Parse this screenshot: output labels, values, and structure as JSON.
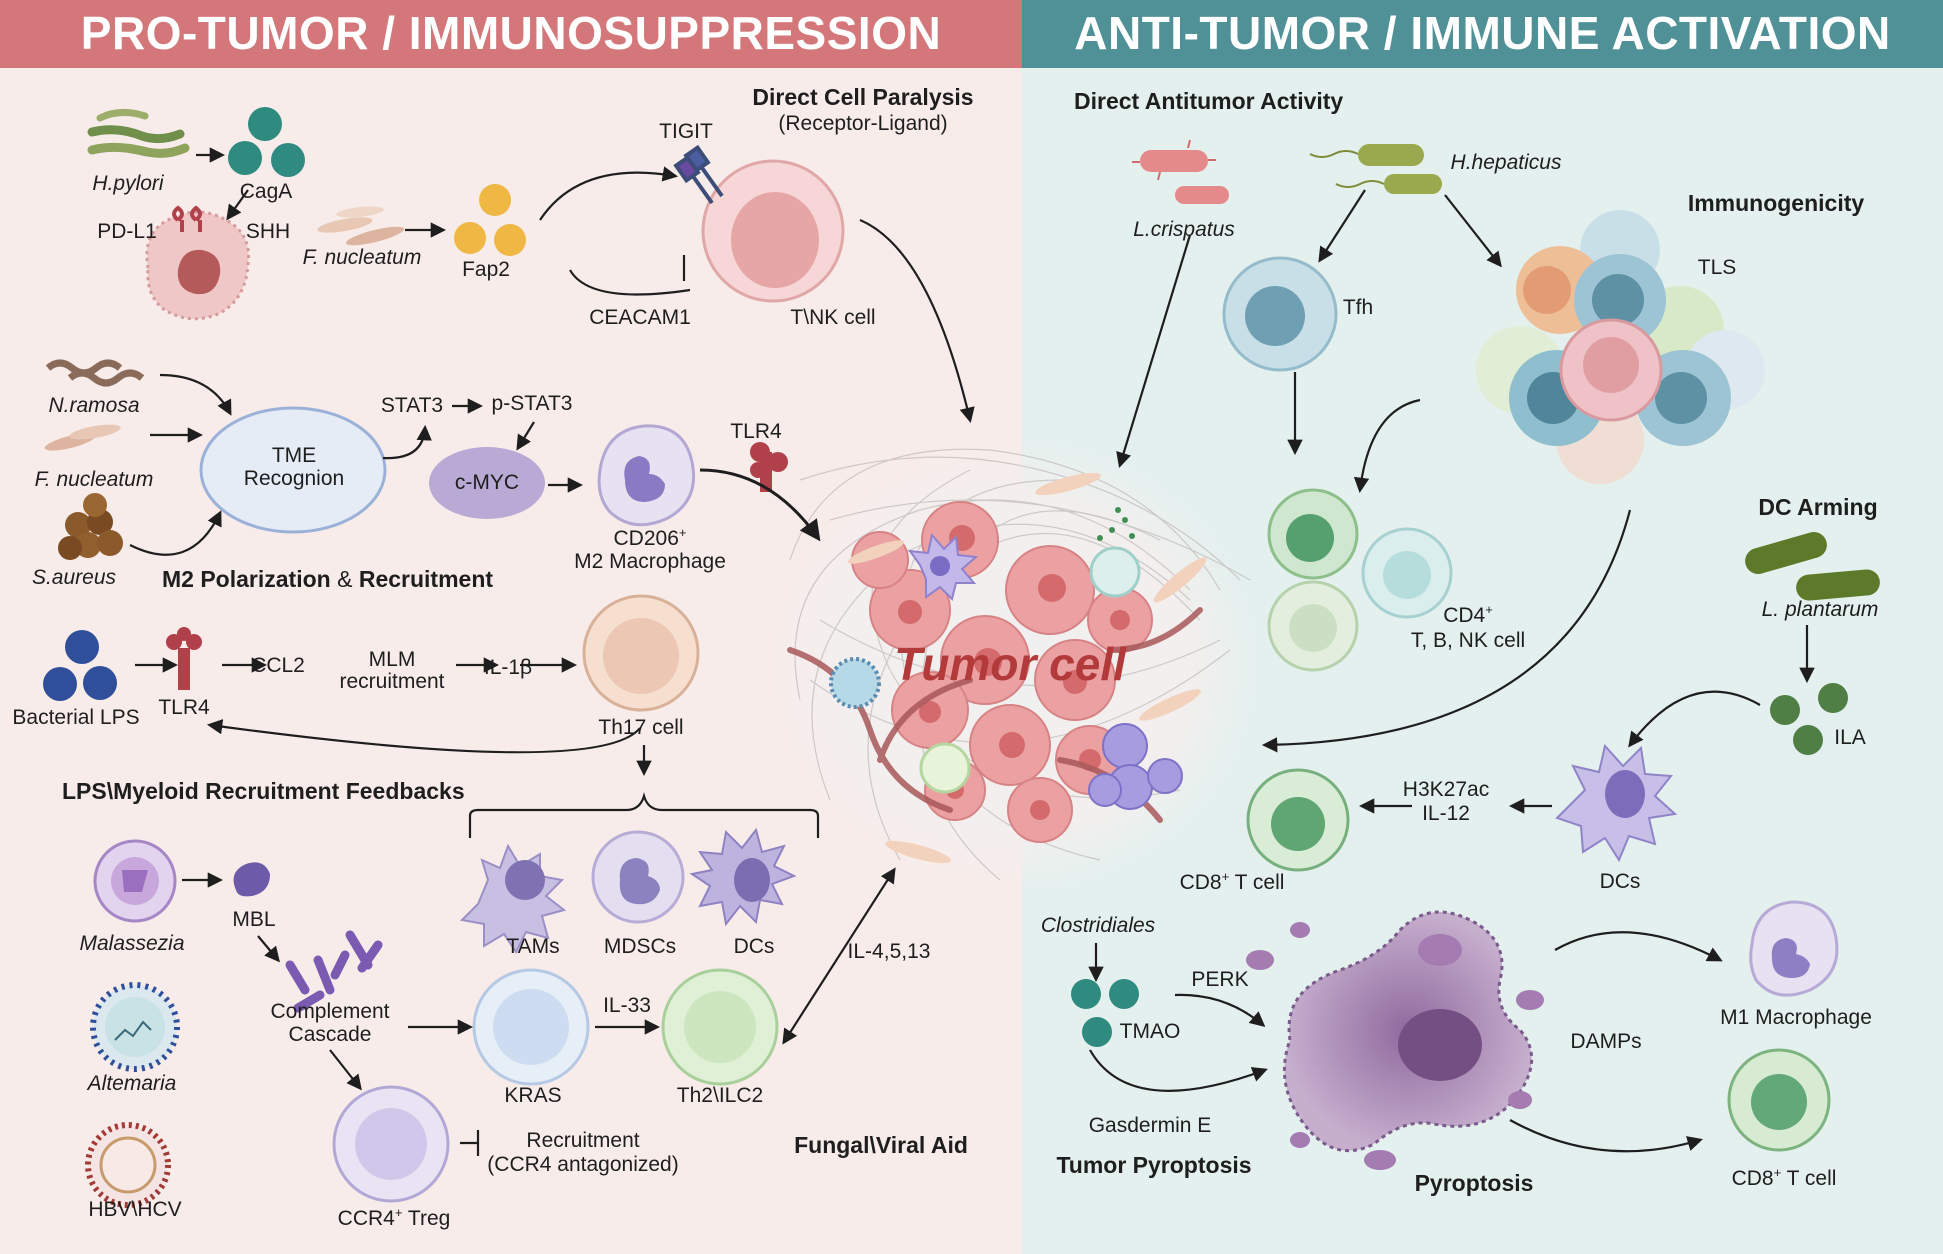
{
  "header": {
    "left_title": "PRO-TUMOR / IMMUNOSUPPRESSION",
    "right_title": "ANTI-TUMOR / IMMUNE ACTIVATION"
  },
  "colors": {
    "left_header": "#d4777a",
    "right_header": "#4f9197",
    "left_bg": "#f8ecea",
    "right_bg": "#e4f0ee"
  },
  "center": {
    "tumor": "Tumor cell"
  },
  "left": {
    "direct": {
      "title": "Direct Cell Paralysis",
      "subtitle": "(Receptor-Ligand)",
      "hpylori": "H.pylori",
      "caga": "CagA",
      "pdl1": "PD-L1",
      "shh": "SHH",
      "fnuc": "F. nucleatum",
      "fap2": "Fap2",
      "tigit": "TIGIT",
      "ceacam1": "CEACAM1",
      "tnk": "T\\NK cell"
    },
    "m2": {
      "nramosa": "N.ramosa",
      "fnuc": "F. nucleatum",
      "saureus": "S.aureus",
      "tme": "TME",
      "recog": "Recognion",
      "stat3": "STAT3",
      "pstat3": "p-STAT3",
      "cmyc": "c-MYC",
      "tlr4": "TLR4",
      "cd206": "CD206",
      "cd206_sup": "+",
      "m2mac": "M2 Macrophage",
      "title_a": "M2 Polarization",
      "amp": "&",
      "title_b": "Recruitment"
    },
    "lps": {
      "lps": "Bacterial LPS",
      "tlr4": "TLR4",
      "ccl2": "CCL2",
      "mlm": "MLM",
      "recruit": "recruitment",
      "il1b": "IL-1β",
      "th17": "Th17 cell",
      "title": "LPS\\Myeloid Recruitment Feedbacks"
    },
    "fungal": {
      "tams": "TAMs",
      "mdscs": "MDSCs",
      "dcs": "DCs",
      "malassezia": "Malassezia",
      "mbl": "MBL",
      "altemaria": "Altemaria",
      "hbv": "HBV\\HCV",
      "complement": "Complement",
      "cascade": "Cascade",
      "kras": "KRAS",
      "il33": "IL-33",
      "th2": "Th2\\ILC2",
      "il4513": "IL-4,5,13",
      "treg_sup": "+",
      "treg": "CCR4",
      "treg_b": " Treg",
      "recruitment": "Recruitment",
      "ccr4anta": "(CCR4 antagonized)",
      "title": "Fungal\\Viral Aid"
    }
  },
  "right": {
    "direct": {
      "title": "Direct Antitumor Activity",
      "lcrisp": "L.crispatus",
      "hhep": "H.hepaticus",
      "tfh": "Tfh",
      "immuno": "Immunogenicity",
      "tls": "TLS",
      "cd4": "CD4",
      "cd4_sup": "+",
      "cd4b": "T, B, NK cell"
    },
    "dc": {
      "title": "DC Arming",
      "lplant": "L. plantarum",
      "ila": "ILA",
      "h3k": "H3K27ac",
      "il12": "IL-12",
      "dcs": "DCs",
      "cd8": "CD8",
      "cd8_sup": "+",
      "cd8b": " T cell"
    },
    "pyro": {
      "clost": "Clostridiales",
      "perk": "PERK",
      "tmao": "TMAO",
      "gasd": "Gasdermin E",
      "title": "Tumor Pyroptosis",
      "pyro": "Pyroptosis",
      "damps": "DAMPs",
      "m1": "M1 Macrophage",
      "cd8": "CD8",
      "cd8_sup": "+",
      "cd8b": " T cell"
    }
  }
}
